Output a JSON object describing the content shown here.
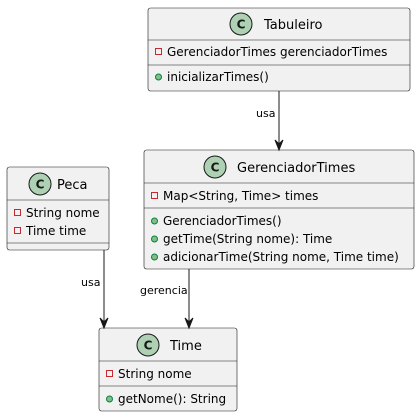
{
  "diagram": {
    "type": "uml-class-diagram",
    "badge_letter": "C",
    "colors": {
      "class_fill": "#F1F1F1",
      "border": "#181818",
      "badge_fill": "#ADD1B2",
      "private_marker": "#C82930",
      "public_marker": "#84BE84"
    },
    "classes": {
      "tabuleiro": {
        "name": "Tabuleiro",
        "attributes": [
          {
            "visibility": "private",
            "text": "GerenciadorTimes gerenciadorTimes"
          }
        ],
        "methods": [
          {
            "visibility": "public",
            "text": "inicializarTimes()"
          }
        ]
      },
      "gerenciador": {
        "name": "GerenciadorTimes",
        "attributes": [
          {
            "visibility": "private",
            "text": "Map<String, Time> times"
          }
        ],
        "methods": [
          {
            "visibility": "public",
            "text": "GerenciadorTimes()"
          },
          {
            "visibility": "public",
            "text": "getTime(String nome): Time"
          },
          {
            "visibility": "public",
            "text": "adicionarTime(String nome, Time time)"
          }
        ]
      },
      "peca": {
        "name": "Peca",
        "attributes": [
          {
            "visibility": "private",
            "text": "String nome"
          },
          {
            "visibility": "private",
            "text": "Time time"
          }
        ],
        "methods": []
      },
      "time": {
        "name": "Time",
        "attributes": [
          {
            "visibility": "private",
            "text": "String nome"
          }
        ],
        "methods": [
          {
            "visibility": "public",
            "text": "getNome(): String"
          }
        ]
      }
    },
    "relations": {
      "tabuleiro_gerenciador": {
        "from": "Tabuleiro",
        "to": "GerenciadorTimes",
        "label": "usa"
      },
      "peca_time": {
        "from": "Peca",
        "to": "Time",
        "label": "usa"
      },
      "gerenciador_time": {
        "from": "GerenciadorTimes",
        "to": "Time",
        "label": "gerencia"
      }
    }
  }
}
